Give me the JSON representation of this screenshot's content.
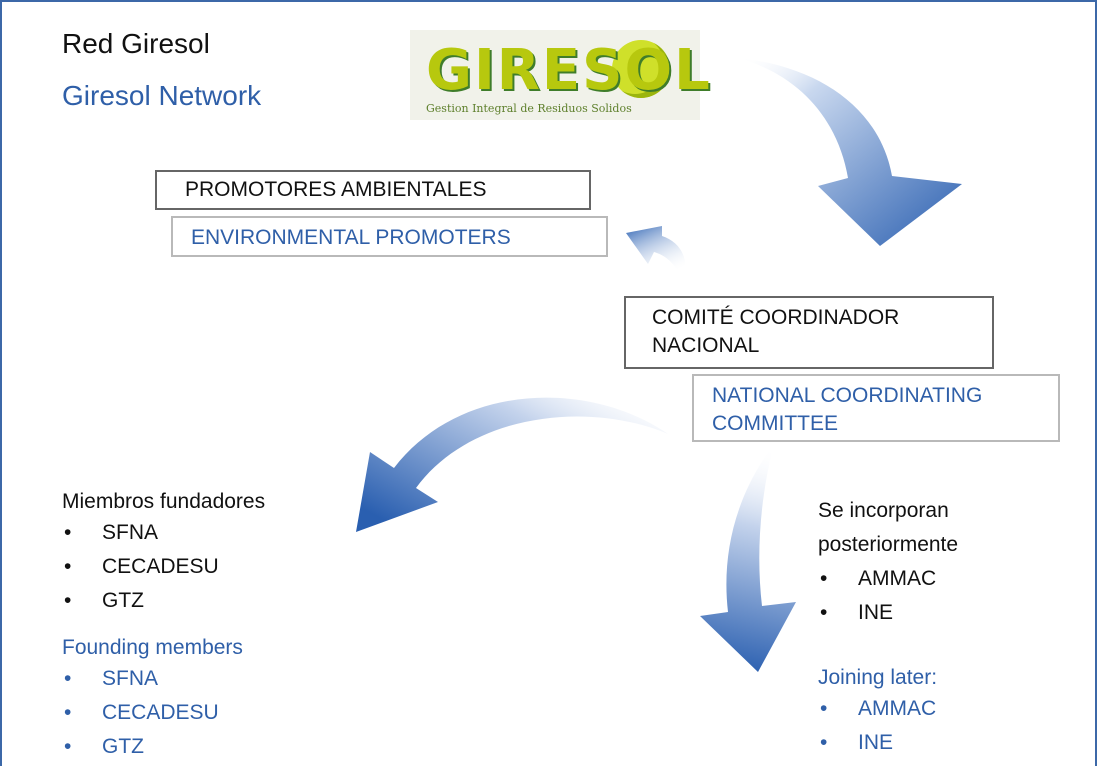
{
  "header": {
    "title": "Red Giresol",
    "subtitle": "Giresol Network"
  },
  "logo": {
    "name": "GIRESOL",
    "tagline": "Gestion Integral de Residuos Solidos",
    "colors": {
      "text": "#b7c80e",
      "shadow": "#3f7d2a",
      "sun": "#cfe02a"
    }
  },
  "boxes": {
    "promoters_es": "PROMOTORES AMBIENTALES",
    "promoters_en": "ENVIRONMENTAL PROMOTERS",
    "committee_es_line1": "COMITÉ COORDINADOR",
    "committee_es_line2": "NACIONAL",
    "committee_en_line1": "NATIONAL COORDINATING",
    "committee_en_line2": "COMMITTEE"
  },
  "founding_es": {
    "heading": "Miembros fundadores",
    "items": [
      "SFNA",
      "CECADESU",
      "GTZ"
    ]
  },
  "founding_en": {
    "heading": "Founding members",
    "items": [
      "SFNA",
      "CECADESU",
      "GTZ"
    ]
  },
  "later_es": {
    "heading_line1": "Se incorporan",
    "heading_line2": "posteriormente",
    "items": [
      "AMMAC",
      "INE"
    ]
  },
  "later_en": {
    "heading": "Joining later:",
    "items": [
      "AMMAC",
      "INE"
    ]
  },
  "colors": {
    "accent_blue": "#2f5fa8",
    "arrow_blue": "#2f64b4",
    "frame": "#3c68a8"
  }
}
